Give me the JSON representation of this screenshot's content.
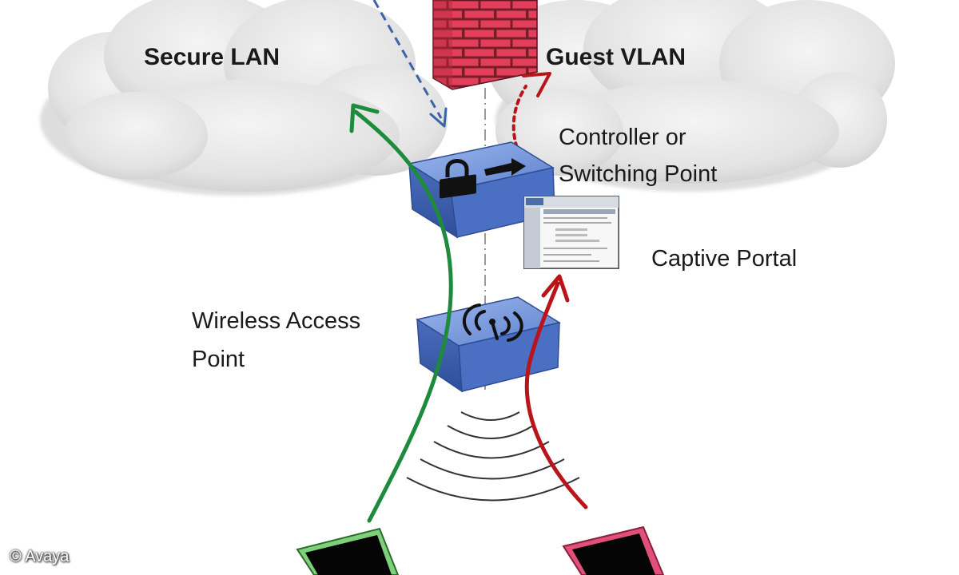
{
  "labels": {
    "secure_lan": "Secure LAN",
    "guest_vlan": "Guest VLAN",
    "controller_line1": "Controller or",
    "controller_line2": "Switching Point",
    "captive_portal": "Captive Portal",
    "wap_line1": "Wireless Access",
    "wap_line2": "Point",
    "copyright": "© Avaya"
  },
  "icons": {
    "firewall": "firewall-brick-icon",
    "controller": "padlock-arrow-icon",
    "access_point": "wireless-signal-icon",
    "portal": "webpage-screenshot-icon"
  },
  "colors": {
    "secure_path": "#1e8a3c",
    "guest_path": "#b8141a",
    "secure_device": "#7ed07a",
    "guest_device": "#e0507a",
    "firewall": "#d9334e",
    "switch": "#6b8fd6",
    "dashed_link": "#3a64a8"
  }
}
